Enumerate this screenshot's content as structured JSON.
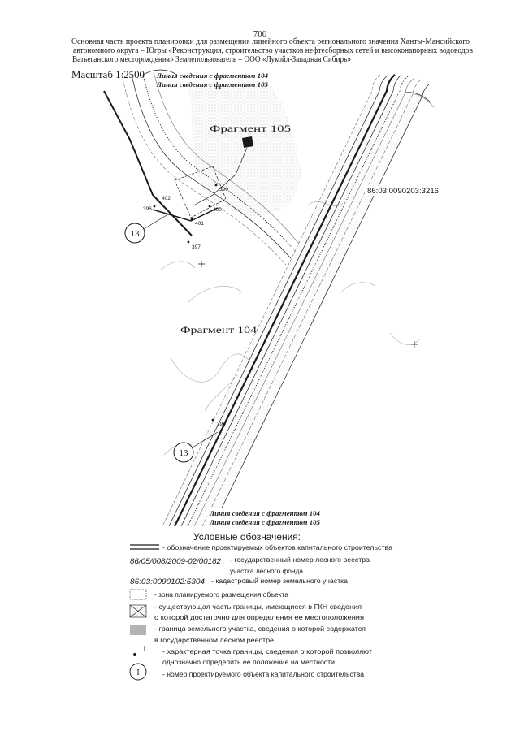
{
  "page": {
    "number": "700",
    "header_lines": [
      "Основная часть проекта планировки для размещения линейного объекта регионального значения Ханты-Мансийского",
      "автономного округа – Югры «Реконструкция, строительство участков нефтесборных сетей и высоконапорных водоводов",
      "Ватьеганского месторождения» Землепользователь – ООО «Лукойл-Западная Сибирь»"
    ],
    "scale": "Масштаб 1:2500"
  },
  "map": {
    "match_line_top": [
      "Линия сведения с фрагментом 104",
      "Линия сведения с фрагментом 105"
    ],
    "match_line_bottom": [
      "Линия сведения с фрагментом 104",
      "Линия сведения с фрагментом 105"
    ],
    "fragment_105": "Фрагмент 105",
    "fragment_104": "Фрагмент 104",
    "cadastral_number": "86:03:0090203:3216",
    "object_markers": [
      "13",
      "13"
    ],
    "points": [
      "402",
      "396",
      "399",
      "400",
      "401",
      "397",
      "395"
    ],
    "colors": {
      "ink": "#1a1a1a",
      "stipple": "#8c8c8c",
      "forest_fill": "#b3b3b3",
      "contour": "#a8a8a8"
    }
  },
  "legend": {
    "title": "Условные обозначения:",
    "items": [
      {
        "icon": "double-line-icon",
        "lines": [
          "- обозначение проектируемых объектов капитального строительства"
        ]
      },
      {
        "icon": "forest-registry-code",
        "code": "86/05/008/2009-02/00182",
        "lines": [
          "- государственный номер лесного реестра",
          "участка лесного фонда"
        ]
      },
      {
        "icon": "cadastral-code",
        "code": "86:03:0090102:5304",
        "lines": [
          "- кадастровый номер земельного участка"
        ]
      },
      {
        "icon": "planned-zone-box-icon",
        "lines": [
          "- зона планируемого размещения объекта"
        ]
      },
      {
        "icon": "crossed-stipple-box-icon",
        "lines": [
          "- существующая часть границы, имеющиеся в ГКН сведения",
          "о которой достаточно для определения ее местоположения"
        ]
      },
      {
        "icon": "gray-box-icon",
        "lines": [
          "- граница земельного участка, сведения о которой содержатся",
          "в государственном лесном реестре"
        ]
      },
      {
        "icon": "boundary-point-icon",
        "lines": [
          "- характерная точка границы, сведения о которой позволяют",
          "однозначно определить ее положение на местности"
        ]
      },
      {
        "icon": "object-number-circle-icon",
        "marker": "I",
        "lines": [
          "- номер проектируемого объекта капитального строительства"
        ]
      }
    ]
  }
}
